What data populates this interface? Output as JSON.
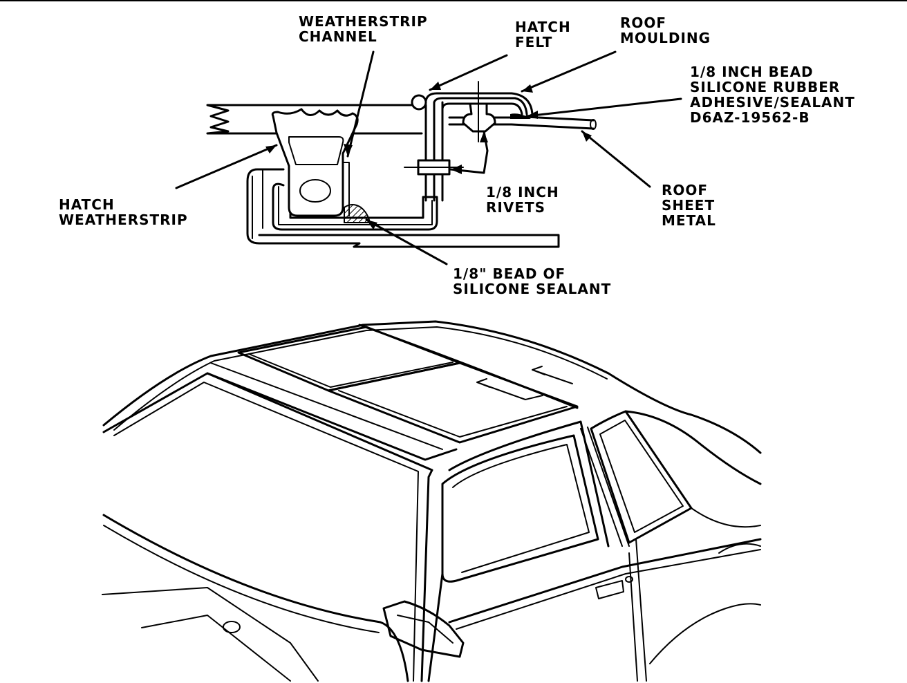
{
  "labels": {
    "weatherstrip_channel": [
      "WEATHERSTRIP",
      "CHANNEL"
    ],
    "hatch_felt": [
      "HATCH",
      "FELT"
    ],
    "roof_moulding": [
      "ROOF",
      "MOULDING"
    ],
    "bead_adhesive": [
      "1/8 INCH BEAD",
      "SILICONE RUBBER",
      "ADHESIVE/SEALANT",
      "D6AZ-19562-B"
    ],
    "hatch_weatherstrip": [
      "HATCH",
      "WEATHERSTRIP"
    ],
    "rivets": [
      "1/8 INCH",
      "RIVETS"
    ],
    "roof_sheet_metal": [
      "ROOF",
      "SHEET",
      "METAL"
    ],
    "bead_sealant": [
      "1/8\" BEAD OF",
      "SILICONE SEALANT"
    ]
  },
  "colors": {
    "ink": "#000000",
    "paper": "#ffffff"
  }
}
